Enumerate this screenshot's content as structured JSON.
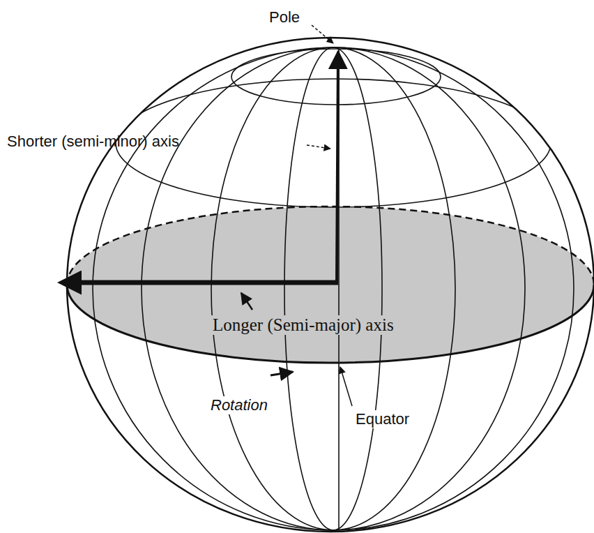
{
  "diagram": {
    "labels": [
      "Pole",
      "Shorter (semi-minor) axis",
      "Longer (Semi-major) axis",
      "Rotation",
      "Equator"
    ]
  }
}
